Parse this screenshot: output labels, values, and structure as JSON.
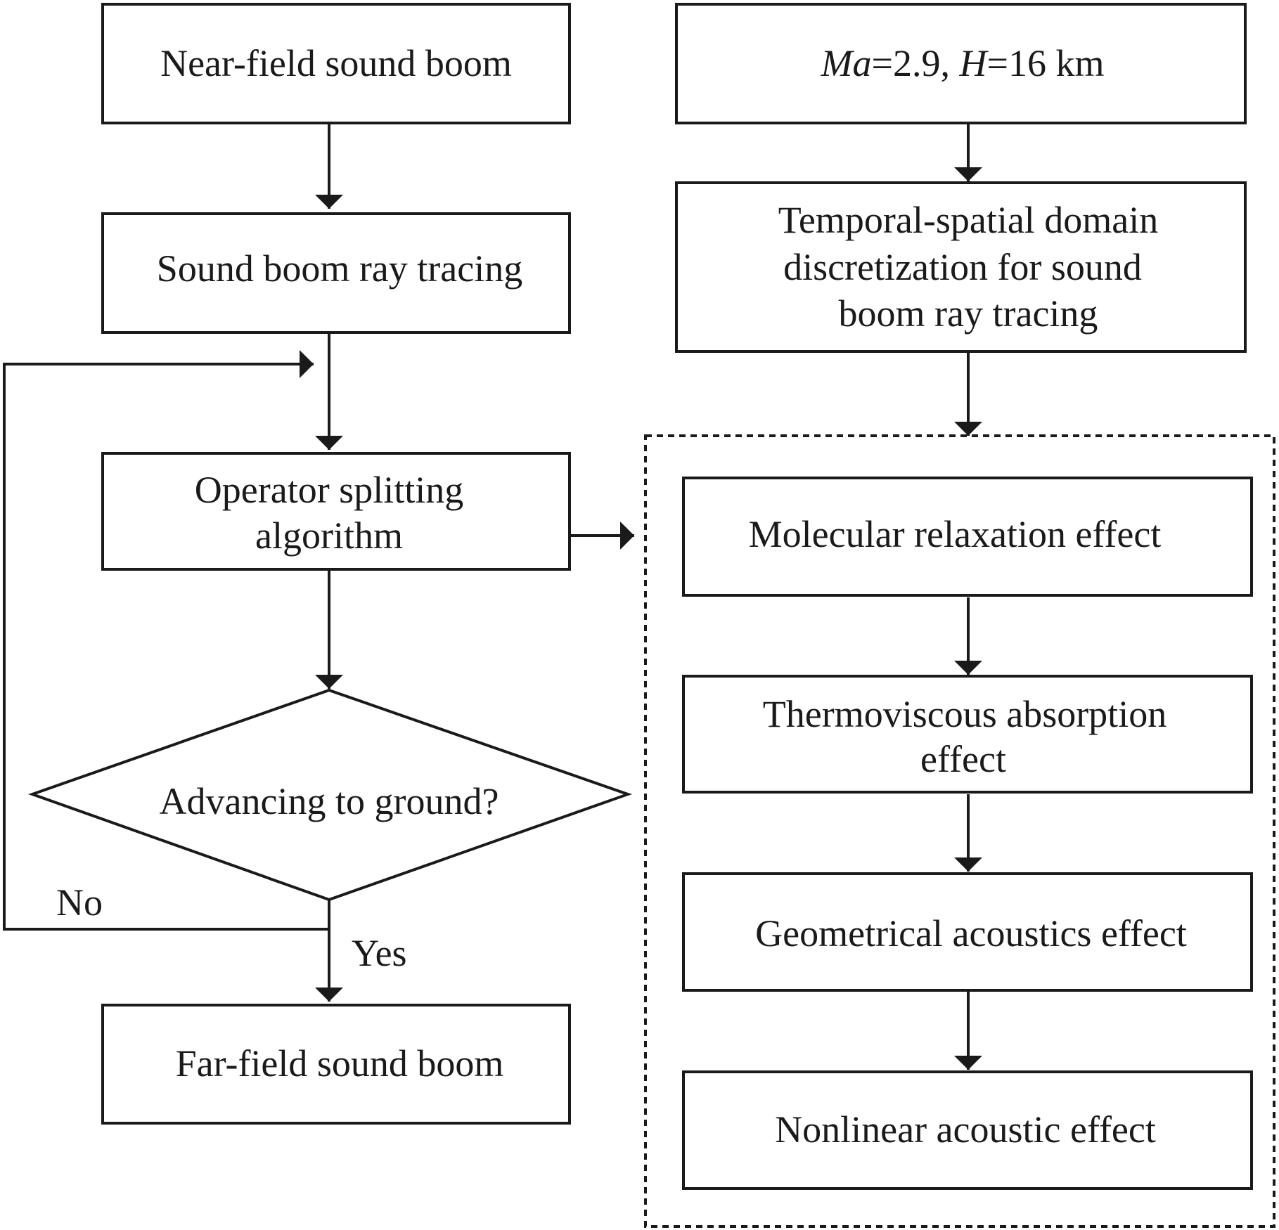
{
  "nodes": {
    "near_field": {
      "label": "Near-field sound boom"
    },
    "ray_tracing": {
      "label": "Sound boom ray tracing"
    },
    "operator_splitting": {
      "lines": [
        "Operator splitting",
        "algorithm"
      ]
    },
    "decision": {
      "label": "Advancing to ground?"
    },
    "far_field": {
      "label": "Far-field sound boom"
    },
    "conditions": {
      "label_parts": [
        "Ma",
        "=2.9, ",
        "H",
        "=16 km"
      ]
    },
    "discretization": {
      "lines": [
        "Temporal-spatial domain",
        "discretization for sound",
        "boom ray tracing"
      ]
    },
    "molecular": {
      "label": "Molecular relaxation effect"
    },
    "thermoviscous": {
      "lines": [
        "Thermoviscous absorption",
        "effect"
      ]
    },
    "geometrical": {
      "label": "Geometrical acoustics effect"
    },
    "nonlinear": {
      "label": "Nonlinear acoustic effect"
    }
  },
  "edge_labels": {
    "no": "No",
    "yes": "Yes"
  }
}
